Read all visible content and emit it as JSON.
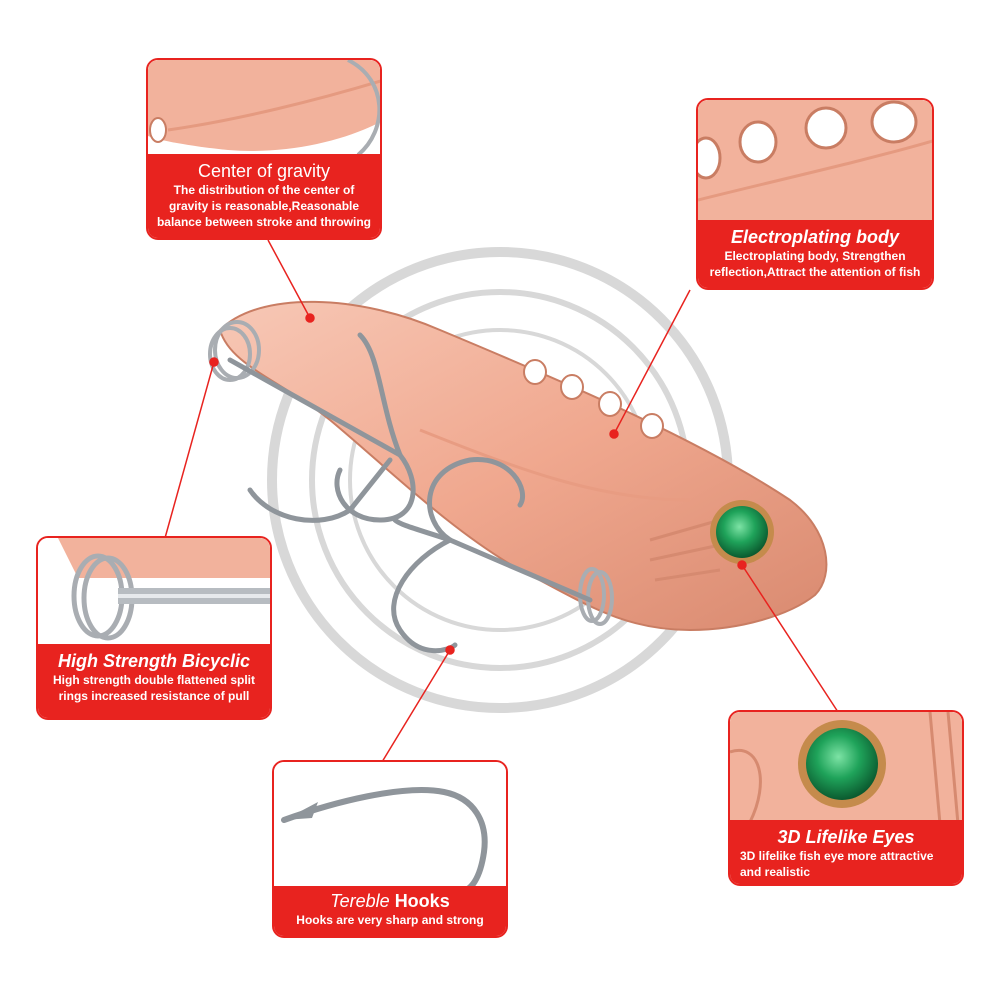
{
  "callouts": {
    "center_of_gravity": {
      "title": "Center of gravity",
      "description_line1": "The distribution of the center of",
      "description_line2": "gravity is reasonable,Reasonable",
      "description_line3": "balance between stroke and throwing"
    },
    "electroplating": {
      "title": "Electroplating body",
      "description_line1": "Electroplating body, Strengthen",
      "description_line2": "reflection,Attract the attention of fish"
    },
    "split_rings": {
      "title": "High Strength Bicyclic",
      "description_line1": "High strength double flattened split",
      "description_line2": "rings increased resistance of pull"
    },
    "eyes": {
      "title": "3D Lifelike  Eyes",
      "description_line1": "3D lifelike fish eye more attractive",
      "description_line2": "and realistic"
    },
    "hooks": {
      "title_part1": "Tereble ",
      "title_part2": "Hooks",
      "description": "Hooks are very sharp and strong"
    }
  },
  "colors": {
    "accent_red": "#e8231f",
    "lure_copper": "#f2b29c",
    "eye_green": "#1fa35a",
    "hook_steel": "#9aa0a6"
  }
}
